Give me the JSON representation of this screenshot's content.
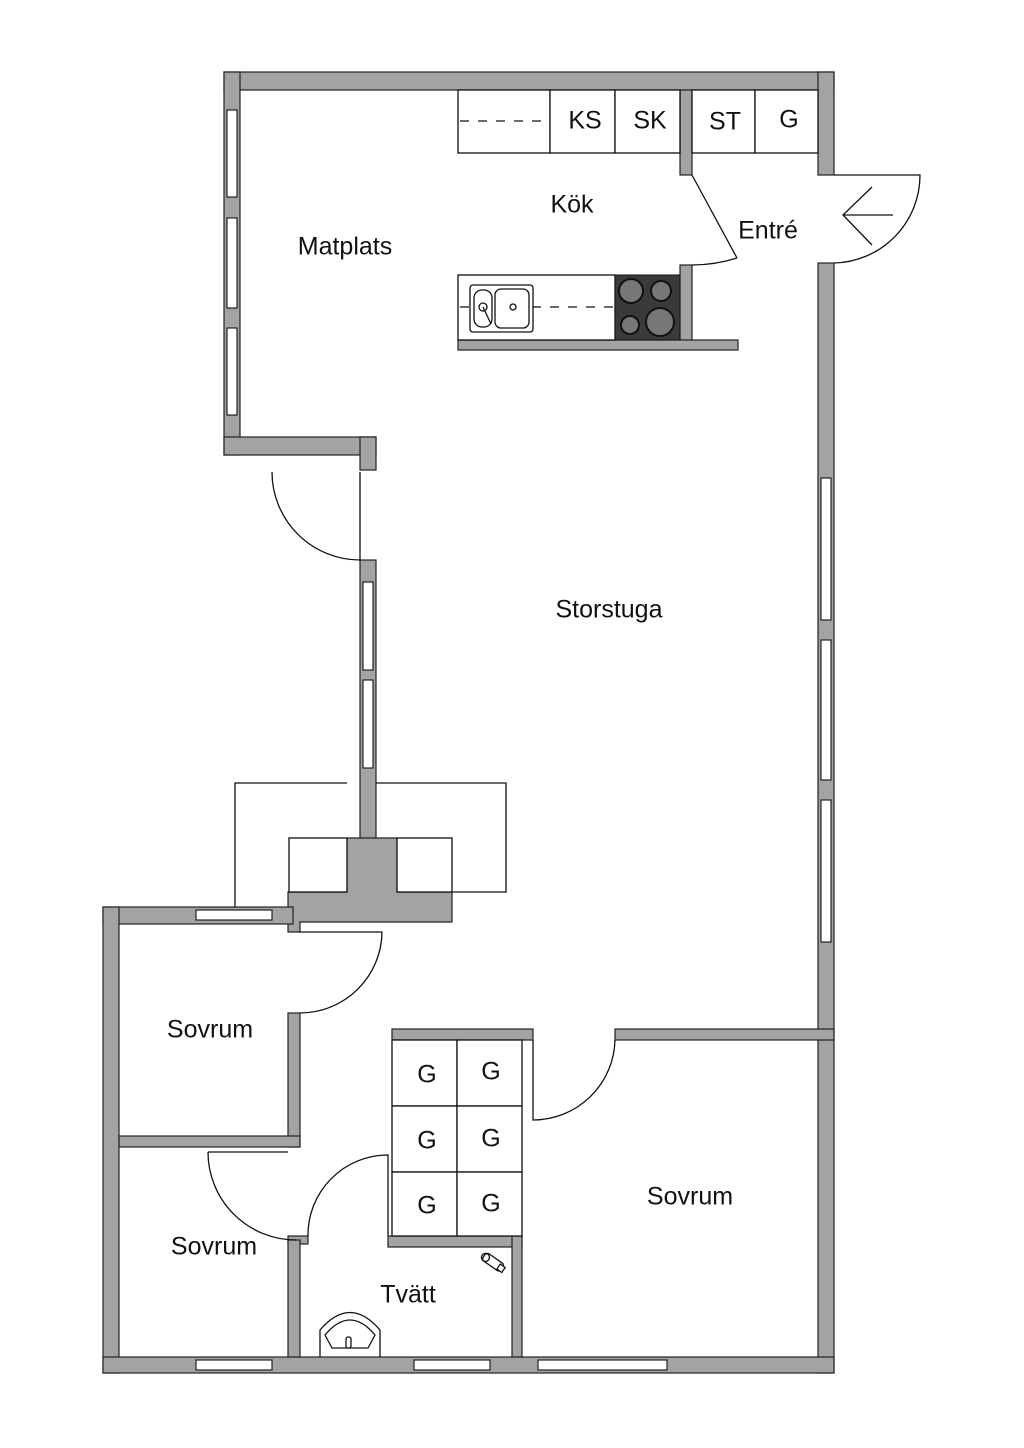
{
  "rooms": {
    "kitchen": "Kök",
    "dining": "Matplats",
    "entrance": "Entré",
    "living": "Storstuga",
    "bedroom_1": "Sovrum",
    "bedroom_2": "Sovrum",
    "bedroom_3": "Sovrum",
    "laundry": "Tvätt"
  },
  "fixtures": {
    "kitchen_cabinets": [
      "KS",
      "SK"
    ],
    "entrance_cabinets": [
      "ST",
      "G"
    ],
    "closet_cabinets": [
      "G",
      "G",
      "G",
      "G",
      "G",
      "G"
    ]
  },
  "colors": {
    "wall": "#a3a3a3",
    "stove": "#3a3a3a"
  }
}
